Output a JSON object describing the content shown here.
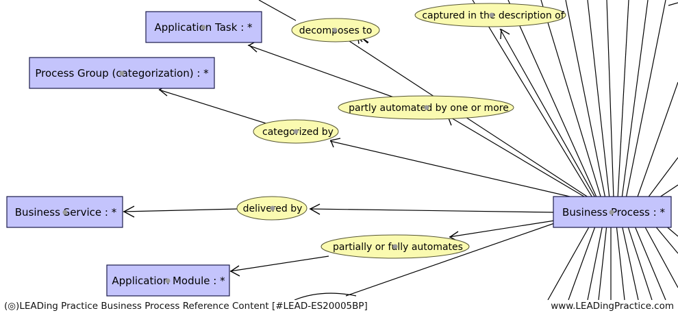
{
  "diagram": {
    "nodes": {
      "application_task": "Application Task : *",
      "process_group": "Process Group (categorization) : *",
      "business_service": "Business Service : *",
      "application_module": "Application Module : *",
      "business_process": "Business Process : *"
    },
    "relations": {
      "decomposes_to": "decomposes to",
      "captured_in": "captured in the description of",
      "partly_automated": "partly automated by one or more",
      "categorized_by": "categorized by",
      "delivered_by": "delivered by",
      "partially_automates": "partially or fully automates"
    },
    "colors": {
      "node_fill": "#c4c4fc",
      "label_fill": "#fafab0"
    }
  },
  "footer": {
    "left": "(◎)LEADing Practice Business Process Reference Content [#LEAD-ES20005BP]",
    "right": "www.LEADingPractice.com"
  }
}
